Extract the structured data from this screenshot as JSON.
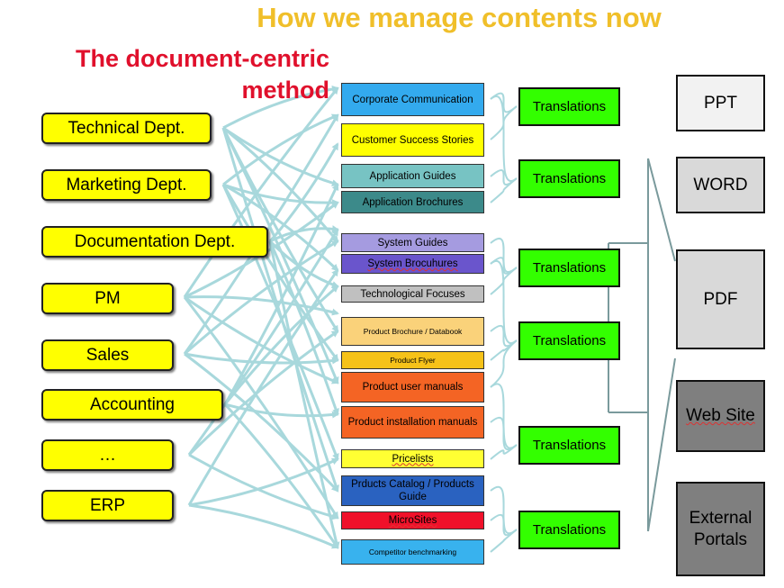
{
  "title": "How we manage contents now",
  "subtitle": "The document-centric method",
  "departments": [
    {
      "label": "Technical Dept."
    },
    {
      "label": "Marketing Dept."
    },
    {
      "label": "Documentation Dept."
    },
    {
      "label": "PM"
    },
    {
      "label": "Sales"
    },
    {
      "label": "Accounting"
    },
    {
      "label": "…"
    },
    {
      "label": "ERP"
    }
  ],
  "documents": [
    {
      "label": "Corporate Communication",
      "color": "#33aaee"
    },
    {
      "label": "Customer Success Stories",
      "color": "#ffff00"
    },
    {
      "label": "Application Guides",
      "color": "#77c3c3"
    },
    {
      "label": "Application Brochures",
      "color": "#3c8a8a"
    },
    {
      "label": "System Guides",
      "color": "#a59be0"
    },
    {
      "label": "System Brocuhures",
      "color": "#6a55cc"
    },
    {
      "label": "Technological Focuses",
      "color": "#c0c0c0"
    },
    {
      "label": "Product Brochure / Databook",
      "color": "#fad27a"
    },
    {
      "label": "Product Flyer",
      "color": "#f6c219"
    },
    {
      "label": "Product user manuals",
      "color": "#f46424"
    },
    {
      "label": "Product installation manuals",
      "color": "#f46424"
    },
    {
      "label": "Pricelists",
      "color": "#ffff33"
    },
    {
      "label": "Prducts Catalog / Products Guide",
      "color": "#2a62c0"
    },
    {
      "label": "MicroSites",
      "color": "#f0112a"
    },
    {
      "label": "Competitor benchmarking",
      "color": "#38b2ee"
    }
  ],
  "translations": [
    {
      "label": "Translations"
    },
    {
      "label": "Translations"
    },
    {
      "label": "Translations"
    },
    {
      "label": "Translations"
    },
    {
      "label": "Translations"
    },
    {
      "label": "Translations"
    }
  ],
  "outputs": [
    {
      "label": "PPT",
      "color": "#f2f2f2"
    },
    {
      "label": "WORD",
      "color": "#d9d9d9"
    },
    {
      "label": "PDF",
      "color": "#d9d9d9"
    },
    {
      "label": "Web Site",
      "color": "#7f7f7f"
    },
    {
      "label": "External Portals",
      "color": "#7f7f7f"
    }
  ],
  "colors": {
    "title": "#f0bf2a",
    "subtitle": "#e0102c",
    "department_fill": "#ffff00",
    "translation_fill": "#33ff00",
    "arrow": "#a8d8dc",
    "bracket": "#7a9a9c"
  }
}
